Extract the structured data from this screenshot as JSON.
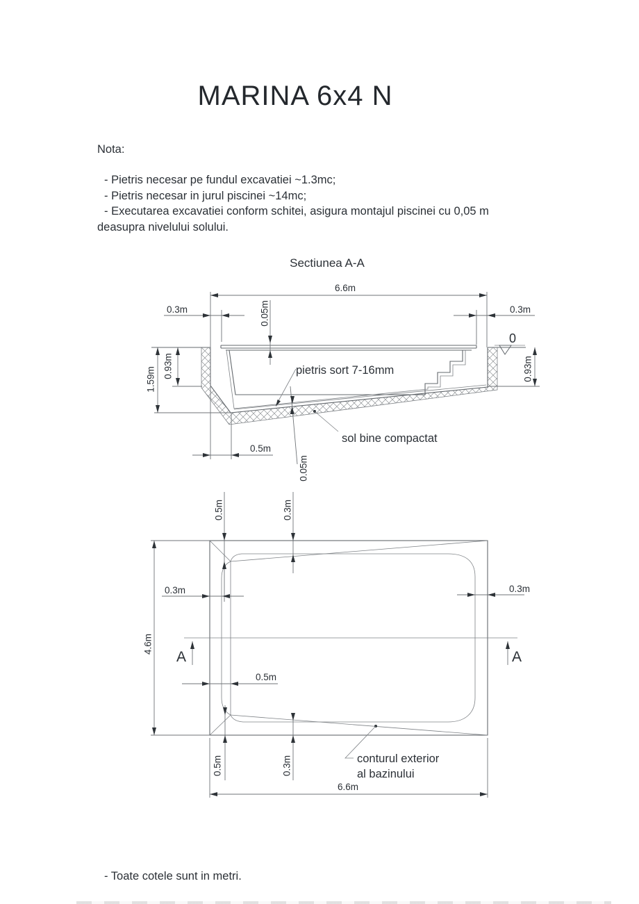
{
  "doc": {
    "title": "MARINA 6x4 N",
    "nota_heading": "Nota:",
    "note1": "- Pietris necesar pe fundul excavatiei ~1.3mc;",
    "note2": "- Pietris necesar in jurul piscinei ~14mc;",
    "note3": "- Executarea excavatiei conform schitei, asigura montajul piscinei cu 0,05 m",
    "note4": "deasupra nivelului solului.",
    "footer": "- Toate cotele sunt in metri."
  },
  "section": {
    "title": "Sectiunea A-A",
    "dim_width": "6.6m",
    "dim_edge_left": "0.3m",
    "dim_edge_right": "0.3m",
    "dim_lip": "0.05m",
    "dim_depth_max": "1.59m",
    "dim_depth_left": "0.93m",
    "dim_depth_right": "0.93m",
    "dim_sump_offset": "0.5m",
    "dim_gravel": "0.05m",
    "level_zero": "0",
    "label_gravel": "pietris sort 7-16mm",
    "label_soil": "sol bine compactat"
  },
  "plan": {
    "dim_corner_top": "0.5m",
    "dim_slope_top": "0.3m",
    "dim_edge_left": "0.3m",
    "dim_edge_right": "0.3m",
    "dim_height": "4.6m",
    "dim_wall_offset": "0.5m",
    "dim_corner_bottom": "0.5m",
    "dim_slope_bottom": "0.3m",
    "dim_width": "6.6m",
    "marker_a_left": "A",
    "marker_a_right": "A",
    "label_contour_1": "conturul exterior",
    "label_contour_2": "al bazinului"
  }
}
